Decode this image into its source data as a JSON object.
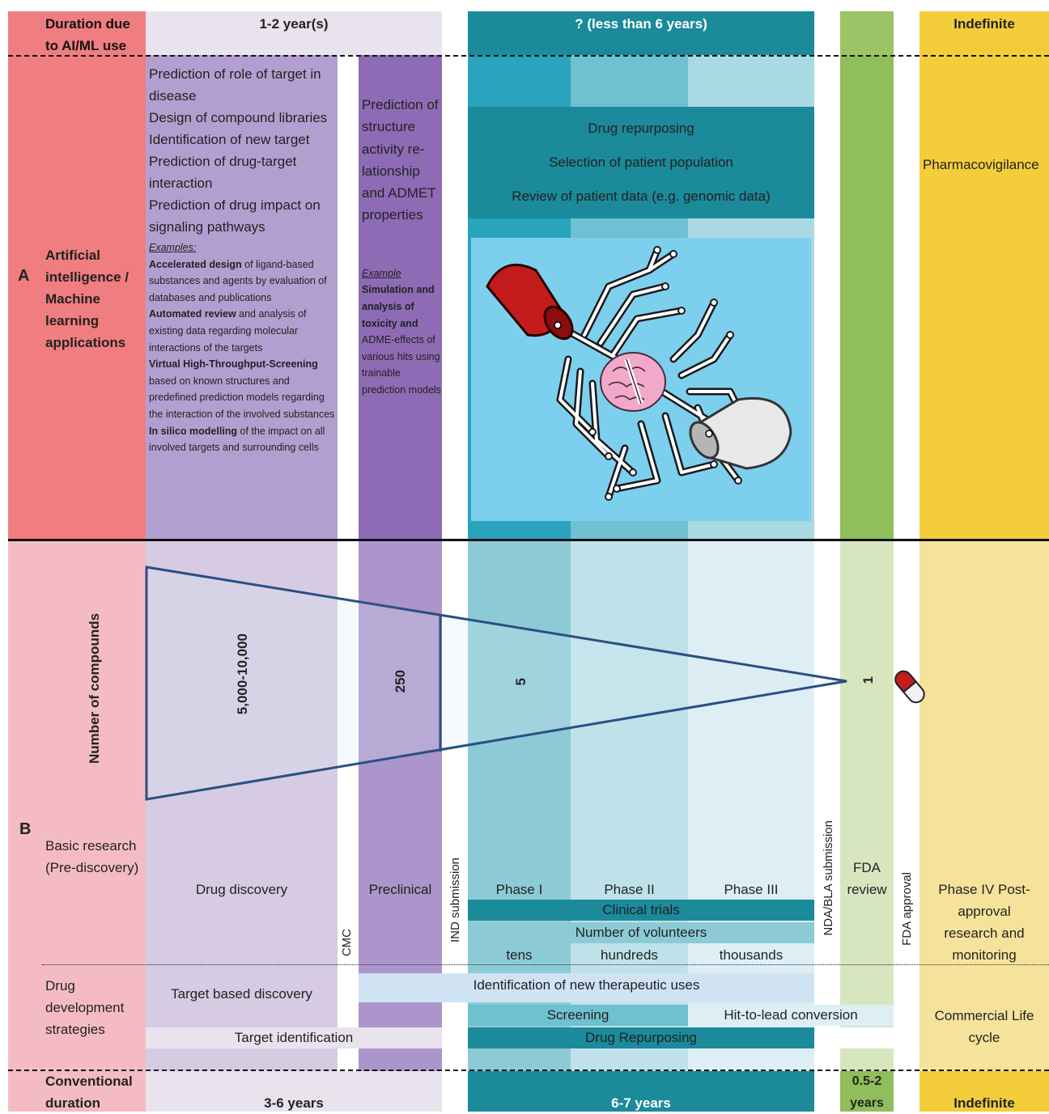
{
  "header": {
    "row_label": "Duration due to AI/ML use",
    "discovery": "1-2 year(s)",
    "clinical": "? (less than 6 years)",
    "post": "Indefinite"
  },
  "section_a": {
    "letter": "A",
    "row_label": "Artificial intelligence / Machine learning applications",
    "discovery_items": [
      "Prediction of role of target in disease",
      "Design of compound libraries",
      "Identification of new target",
      "Prediction of drug-target interaction",
      "Prediction of drug impact on signaling pathways"
    ],
    "discovery_examples_label": "Examples:",
    "discovery_examples": [
      {
        "bold": "Accelerated design",
        "rest": " of ligand-based substances and agents by evaluation of databases and publications"
      },
      {
        "bold": "Automated review",
        "rest": " and analysis of existing data regarding molecular interactions of the targets"
      },
      {
        "bold": "Virtual High-Throughput-Screening",
        "rest": " based on known structures and predefined prediction models regarding the interaction of the involved substances"
      },
      {
        "bold": "In silico modelling",
        "rest": " of the impact on all involved targets and surrounding cells"
      }
    ],
    "preclinical_text": "Prediction of structure activity re-lationship and ADMET properties",
    "preclinical_example_label": "Example",
    "preclinical_example_bold": "Simulation and analysis of toxicity and",
    "preclinical_example_rest": "ADME-effects of various hits using trainable prediction models",
    "clinical_items": [
      "Drug repurposing",
      "Selection of patient population",
      "Review of patient data (e.g. genomic data)"
    ],
    "post_item": "Pharmacovigilance"
  },
  "section_b": {
    "letter": "B",
    "y_axis_label": "Number of compounds",
    "counts": {
      "discovery": "5,000-10,000",
      "preclinical": "250",
      "clinical": "5",
      "approval": "1"
    },
    "basic_research": "Basic research (Pre-discovery)",
    "drug_discovery": "Drug discovery",
    "cmc": "CMC",
    "preclinical": "Preclinical",
    "ind": "IND submission",
    "phases": [
      "Phase I",
      "Phase II",
      "Phase III"
    ],
    "clinical_trials": "Clinical trials",
    "volunteers_label": "Number of volunteers",
    "volunteers": [
      "tens",
      "hundreds",
      "thousands"
    ],
    "nda": "NDA/BLA submission",
    "fda_review": "FDA review",
    "fda_approval": "FDA approval",
    "phase4": "Phase IV Post-approval research and monitoring",
    "strategies_label": "Drug development strategies",
    "target_based": "Target based discovery",
    "new_uses": "Identification of new therapeutic uses",
    "screening": "Screening",
    "hit_to_lead": "Hit-to-lead conversion",
    "target_id": "Target identification",
    "drug_repurposing": "Drug Repurposing",
    "commercial": "Commercial Life cycle"
  },
  "footer": {
    "row_label": "Conventional duration",
    "discovery": "3-6 years",
    "clinical": "6-7 years",
    "fda": "0.5-2 years",
    "post": "Indefinite"
  },
  "colors": {
    "red": "#f07d7f",
    "pink": "#f3b7bd",
    "lavender": "#b39fcf",
    "purple": "#8e6bb5",
    "teal_dark": "#1b8a9a",
    "teal": "#2aa3bd",
    "green": "#8fbe5a",
    "yellow": "#f3cd3a"
  }
}
